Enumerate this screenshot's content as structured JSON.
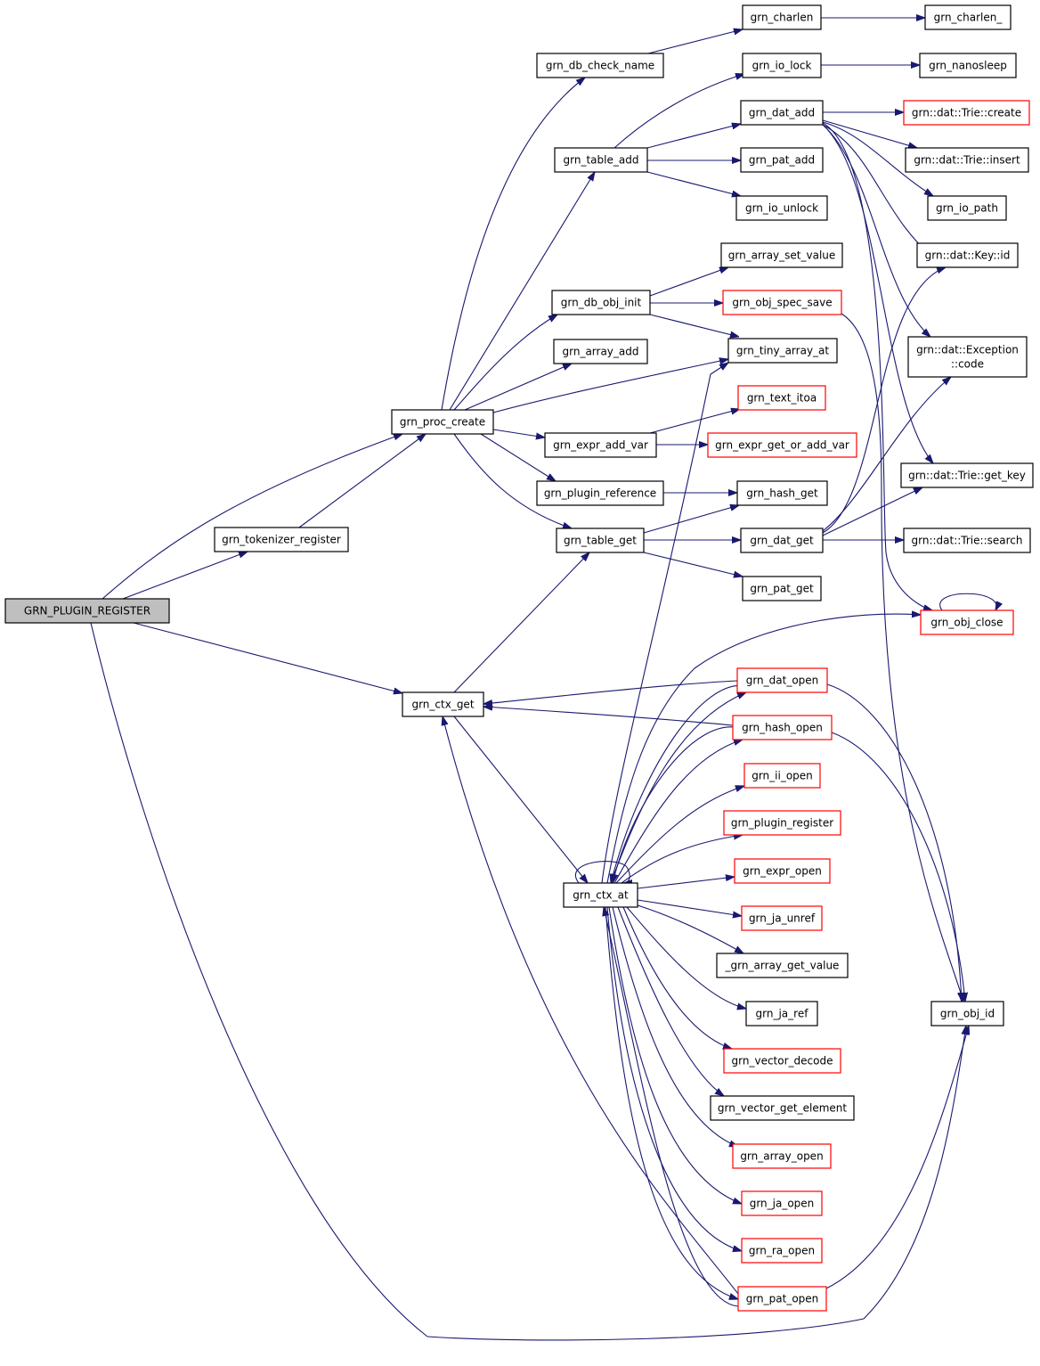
{
  "colors": {
    "edge": "#191970",
    "node_border": "#000000",
    "incomplete_node_border": "#ff0000",
    "focus_fill": "#bfbfbf",
    "background": "#ffffff"
  },
  "nodes": [
    {
      "id": "plugin_register_main",
      "label": "GRN_PLUGIN_REGISTER",
      "style": "focus"
    },
    {
      "id": "tokenizer_register",
      "label": "grn_tokenizer_register",
      "style": "plain"
    },
    {
      "id": "proc_create",
      "label": "grn_proc_create",
      "style": "plain"
    },
    {
      "id": "ctx_get",
      "label": "grn_ctx_get",
      "style": "plain"
    },
    {
      "id": "db_check_name",
      "label": "grn_db_check_name",
      "style": "plain"
    },
    {
      "id": "table_add",
      "label": "grn_table_add",
      "style": "plain"
    },
    {
      "id": "db_obj_init",
      "label": "grn_db_obj_init",
      "style": "plain"
    },
    {
      "id": "array_add",
      "label": "grn_array_add",
      "style": "plain"
    },
    {
      "id": "expr_add_var",
      "label": "grn_expr_add_var",
      "style": "plain"
    },
    {
      "id": "plugin_reference",
      "label": "grn_plugin_reference",
      "style": "plain"
    },
    {
      "id": "table_get",
      "label": "grn_table_get",
      "style": "plain"
    },
    {
      "id": "ctx_at",
      "label": "grn_ctx_at",
      "style": "plain"
    },
    {
      "id": "charlen",
      "label": "grn_charlen",
      "style": "plain"
    },
    {
      "id": "io_lock",
      "label": "grn_io_lock",
      "style": "plain"
    },
    {
      "id": "dat_add",
      "label": "grn_dat_add",
      "style": "plain"
    },
    {
      "id": "pat_add",
      "label": "grn_pat_add",
      "style": "plain"
    },
    {
      "id": "io_unlock",
      "label": "grn_io_unlock",
      "style": "plain"
    },
    {
      "id": "array_set_value",
      "label": "grn_array_set_value",
      "style": "plain"
    },
    {
      "id": "obj_spec_save",
      "label": "grn_obj_spec_save",
      "style": "incomplete"
    },
    {
      "id": "tiny_array_at",
      "label": "grn_tiny_array_at",
      "style": "plain"
    },
    {
      "id": "text_itoa",
      "label": "grn_text_itoa",
      "style": "incomplete"
    },
    {
      "id": "expr_get_or_add_var",
      "label": "grn_expr_get_or_add_var",
      "style": "incomplete"
    },
    {
      "id": "hash_get",
      "label": "grn_hash_get",
      "style": "plain"
    },
    {
      "id": "dat_get",
      "label": "grn_dat_get",
      "style": "plain"
    },
    {
      "id": "pat_get",
      "label": "grn_pat_get",
      "style": "plain"
    },
    {
      "id": "dat_open",
      "label": "grn_dat_open",
      "style": "incomplete"
    },
    {
      "id": "hash_open",
      "label": "grn_hash_open",
      "style": "incomplete"
    },
    {
      "id": "ii_open",
      "label": "grn_ii_open",
      "style": "incomplete"
    },
    {
      "id": "plugin_register",
      "label": "grn_plugin_register",
      "style": "incomplete"
    },
    {
      "id": "expr_open",
      "label": "grn_expr_open",
      "style": "incomplete"
    },
    {
      "id": "ja_unref",
      "label": "grn_ja_unref",
      "style": "incomplete"
    },
    {
      "id": "array_get_value",
      "label": "_grn_array_get_value",
      "style": "plain"
    },
    {
      "id": "ja_ref",
      "label": "grn_ja_ref",
      "style": "plain"
    },
    {
      "id": "vector_decode",
      "label": "grn_vector_decode",
      "style": "incomplete"
    },
    {
      "id": "vector_get_element",
      "label": "grn_vector_get_element",
      "style": "plain"
    },
    {
      "id": "array_open",
      "label": "grn_array_open",
      "style": "incomplete"
    },
    {
      "id": "ja_open",
      "label": "grn_ja_open",
      "style": "incomplete"
    },
    {
      "id": "ra_open",
      "label": "grn_ra_open",
      "style": "incomplete"
    },
    {
      "id": "pat_open",
      "label": "grn_pat_open",
      "style": "incomplete"
    },
    {
      "id": "charlen_",
      "label": "grn_charlen_",
      "style": "plain"
    },
    {
      "id": "nanosleep",
      "label": "grn_nanosleep",
      "style": "plain"
    },
    {
      "id": "trie_create",
      "label": "grn::dat::Trie::create",
      "style": "incomplete"
    },
    {
      "id": "trie_insert",
      "label": "grn::dat::Trie::insert",
      "style": "plain"
    },
    {
      "id": "io_path",
      "label": "grn_io_path",
      "style": "plain"
    },
    {
      "id": "key_id",
      "label": "grn::dat::Key::id",
      "style": "plain"
    },
    {
      "id": "exception_code",
      "label": "grn::dat::Exception\n::code",
      "style": "plain"
    },
    {
      "id": "trie_get_key",
      "label": "grn::dat::Trie::get_key",
      "style": "plain"
    },
    {
      "id": "trie_search",
      "label": "grn::dat::Trie::search",
      "style": "plain"
    },
    {
      "id": "obj_close",
      "label": "grn_obj_close",
      "style": "incomplete"
    },
    {
      "id": "obj_id",
      "label": "grn_obj_id",
      "style": "plain"
    }
  ],
  "edges": [
    [
      "plugin_register_main",
      "tokenizer_register"
    ],
    [
      "plugin_register_main",
      "proc_create"
    ],
    [
      "plugin_register_main",
      "ctx_get"
    ],
    [
      "plugin_register_main",
      "obj_id"
    ],
    [
      "tokenizer_register",
      "proc_create"
    ],
    [
      "proc_create",
      "db_check_name"
    ],
    [
      "proc_create",
      "table_add"
    ],
    [
      "proc_create",
      "db_obj_init"
    ],
    [
      "proc_create",
      "array_add"
    ],
    [
      "proc_create",
      "tiny_array_at"
    ],
    [
      "proc_create",
      "expr_add_var"
    ],
    [
      "proc_create",
      "plugin_reference"
    ],
    [
      "proc_create",
      "table_get"
    ],
    [
      "ctx_get",
      "table_get"
    ],
    [
      "ctx_get",
      "ctx_at"
    ],
    [
      "db_check_name",
      "charlen"
    ],
    [
      "charlen",
      "charlen_"
    ],
    [
      "table_add",
      "io_lock"
    ],
    [
      "table_add",
      "dat_add"
    ],
    [
      "table_add",
      "pat_add"
    ],
    [
      "table_add",
      "io_unlock"
    ],
    [
      "io_lock",
      "nanosleep"
    ],
    [
      "dat_add",
      "trie_create"
    ],
    [
      "dat_add",
      "trie_insert"
    ],
    [
      "dat_add",
      "io_path"
    ],
    [
      "dat_add",
      "key_id"
    ],
    [
      "dat_add",
      "exception_code"
    ],
    [
      "dat_add",
      "trie_get_key"
    ],
    [
      "dat_add",
      "obj_close"
    ],
    [
      "db_obj_init",
      "array_set_value"
    ],
    [
      "db_obj_init",
      "obj_spec_save"
    ],
    [
      "db_obj_init",
      "tiny_array_at"
    ],
    [
      "obj_spec_save",
      "obj_id"
    ],
    [
      "expr_add_var",
      "text_itoa"
    ],
    [
      "expr_add_var",
      "expr_get_or_add_var"
    ],
    [
      "plugin_reference",
      "hash_get"
    ],
    [
      "table_get",
      "hash_get"
    ],
    [
      "table_get",
      "dat_get"
    ],
    [
      "table_get",
      "pat_get"
    ],
    [
      "dat_get",
      "trie_get_key"
    ],
    [
      "dat_get",
      "trie_search"
    ],
    [
      "dat_get",
      "key_id"
    ],
    [
      "dat_get",
      "exception_code"
    ],
    [
      "obj_close",
      "obj_close"
    ],
    [
      "ctx_at",
      "ctx_at"
    ],
    [
      "ctx_at",
      "tiny_array_at"
    ],
    [
      "ctx_at",
      "obj_close"
    ],
    [
      "ctx_at",
      "dat_open"
    ],
    [
      "ctx_at",
      "hash_open"
    ],
    [
      "ctx_at",
      "ii_open"
    ],
    [
      "ctx_at",
      "plugin_register"
    ],
    [
      "ctx_at",
      "expr_open"
    ],
    [
      "ctx_at",
      "ja_unref"
    ],
    [
      "ctx_at",
      "array_get_value"
    ],
    [
      "ctx_at",
      "ja_ref"
    ],
    [
      "ctx_at",
      "vector_decode"
    ],
    [
      "ctx_at",
      "vector_get_element"
    ],
    [
      "ctx_at",
      "array_open"
    ],
    [
      "ctx_at",
      "ja_open"
    ],
    [
      "ctx_at",
      "ra_open"
    ],
    [
      "ctx_at",
      "pat_open"
    ],
    [
      "dat_open",
      "ctx_get"
    ],
    [
      "dat_open",
      "ctx_at"
    ],
    [
      "dat_open",
      "obj_id"
    ],
    [
      "hash_open",
      "ctx_get"
    ],
    [
      "hash_open",
      "ctx_at"
    ],
    [
      "hash_open",
      "obj_id"
    ],
    [
      "pat_open",
      "ctx_get"
    ],
    [
      "pat_open",
      "ctx_at"
    ],
    [
      "pat_open",
      "obj_id"
    ]
  ]
}
